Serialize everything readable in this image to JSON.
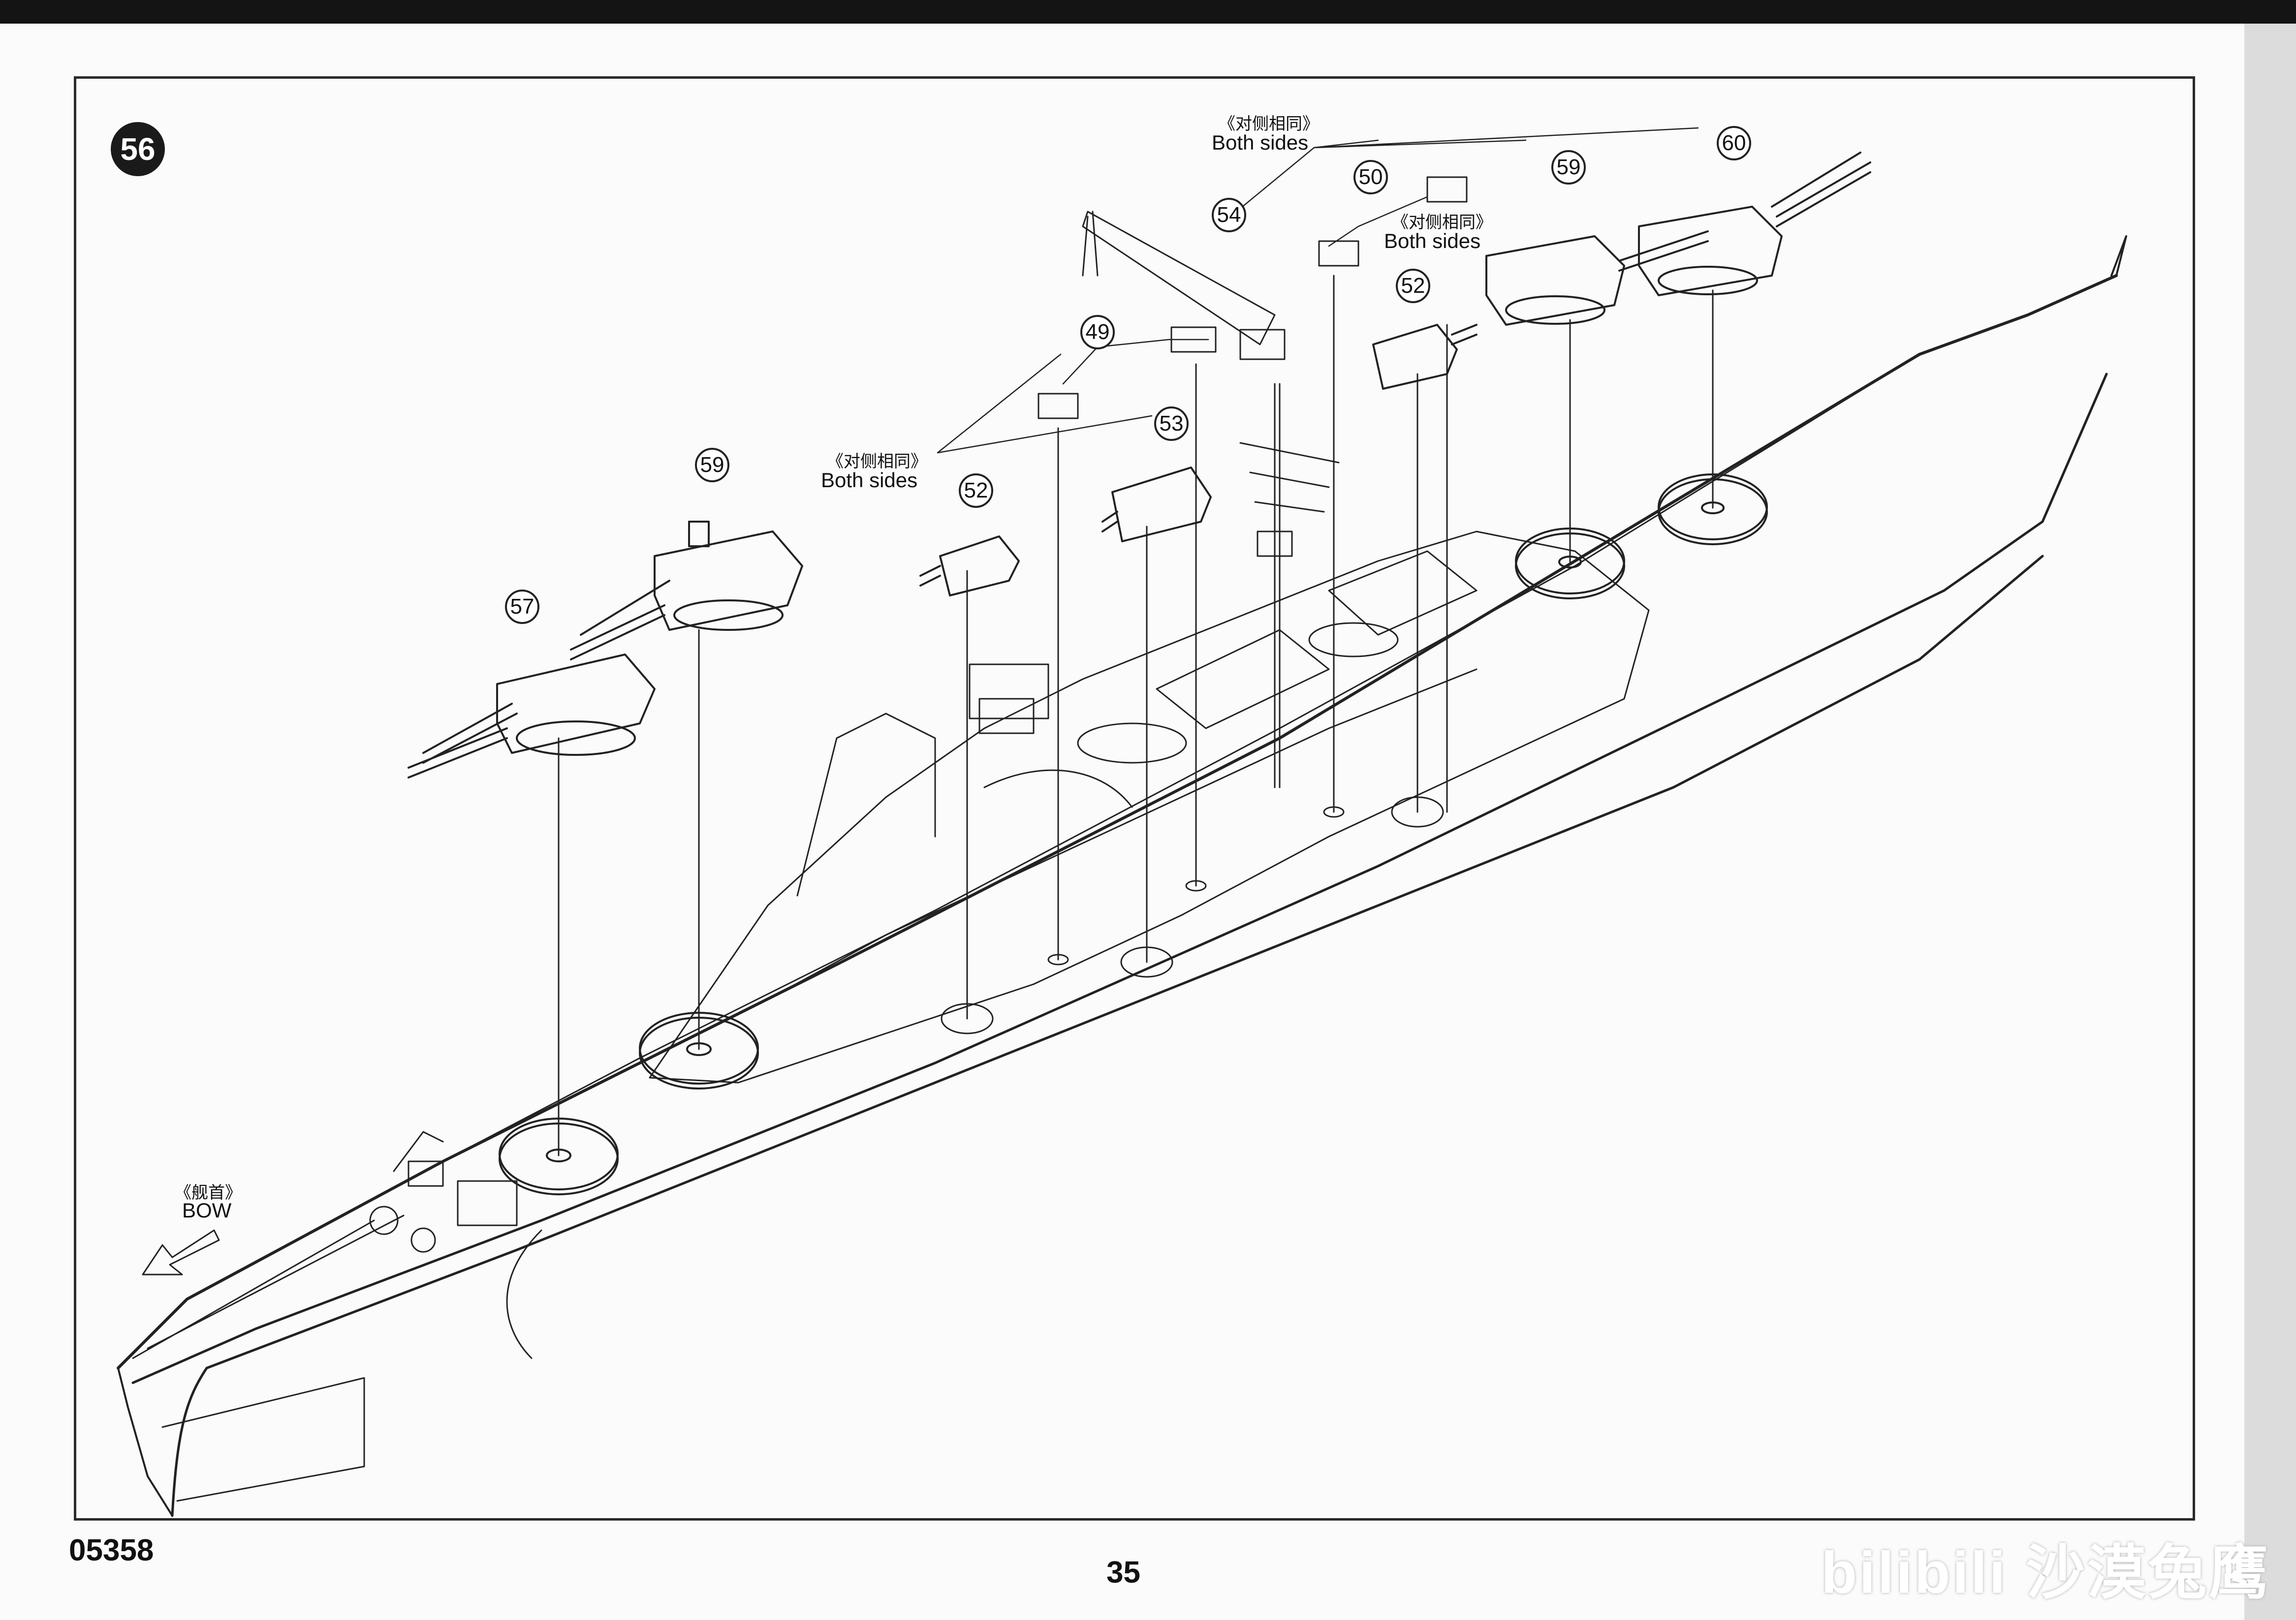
{
  "page": {
    "step_number": "56",
    "product_code": "05358",
    "page_number": "35",
    "watermark": "bilibili 沙漠兔鹰"
  },
  "bow_label": {
    "cn": "《舰首》",
    "en": "BOW"
  },
  "both_sides_labels": [
    {
      "cn": "《对侧相同》",
      "en": "Both sides"
    },
    {
      "cn": "《对侧相同》",
      "en": "Both sides"
    },
    {
      "cn": "《对侧相同》",
      "en": "Both sides"
    }
  ],
  "callouts": [
    "57",
    "59",
    "52",
    "53",
    "49",
    "54",
    "50",
    "52",
    "59",
    "60"
  ],
  "colors": {
    "ink": "#1a1a1a",
    "paper": "#fbfbfb",
    "frame": "#2a2a2a"
  }
}
